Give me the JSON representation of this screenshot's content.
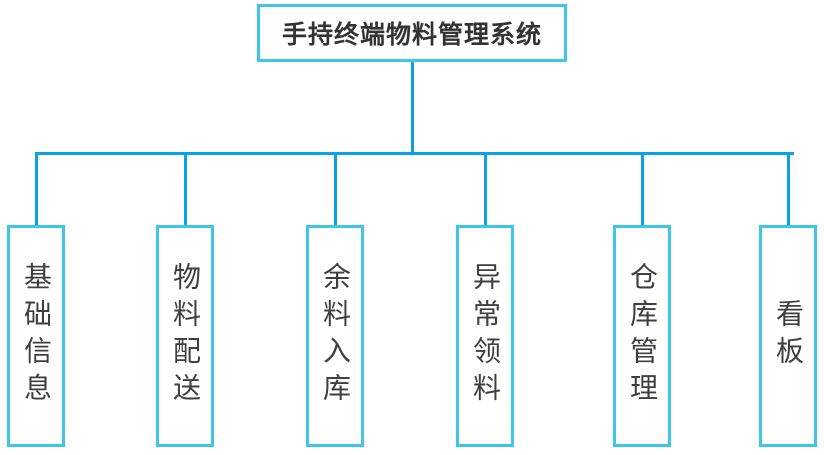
{
  "diagram": {
    "type": "tree",
    "root": {
      "label": "手持终端物料管理系统"
    },
    "children": [
      {
        "label": "基础信息"
      },
      {
        "label": "物料配送"
      },
      {
        "label": "余料入库"
      },
      {
        "label": "异常领料"
      },
      {
        "label": "仓库管理"
      },
      {
        "label": "看板"
      }
    ],
    "colors": {
      "box_border": "#3cc7ea",
      "connector": "#0aa2e2",
      "root_text": "#333333",
      "child_text": "#3f3f3f",
      "background": "#ffffff"
    }
  }
}
